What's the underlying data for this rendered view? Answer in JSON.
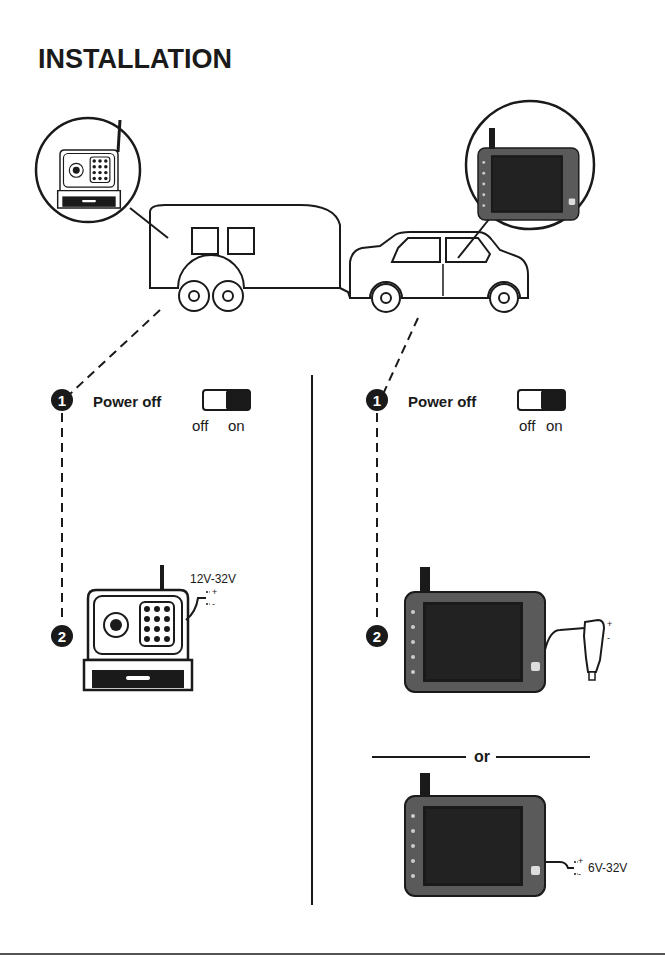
{
  "diagram": {
    "title": "INSTALLATION",
    "nodes": [
      {
        "text": [
          "1"
        ]
      },
      {
        "text": [
          "2"
        ]
      },
      {
        "text": [
          "1"
        ]
      },
      {
        "text": [
          "2"
        ]
      }
    ],
    "edges": [
      {
        "from": 0,
        "to": 1,
        "arrow": "none"
      },
      {
        "from": 2,
        "to": 3,
        "arrow": "none"
      }
    ],
    "labels": [
      "Power off",
      "off",
      "on",
      "+",
      "-",
      "12V-32V",
      "Power off",
      "off",
      "on",
      "+",
      "-",
      "or",
      "+",
      "-",
      "6V-32V"
    ]
  }
}
